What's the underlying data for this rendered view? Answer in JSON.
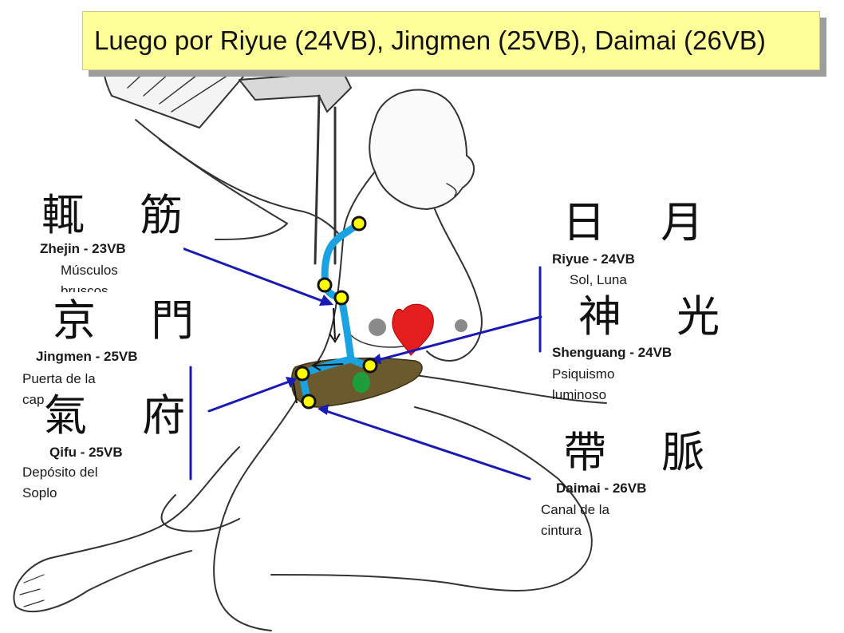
{
  "title": "Luego por Riyue (24VB), Jingmen (25VB), Daimai (26VB)",
  "points": [
    {
      "hanzi": "輒 筋",
      "name": "Zhejin - 23VB",
      "meaning": "Músculos bruscos"
    },
    {
      "hanzi": "京 門",
      "name": "Jingmen - 25VB",
      "meaning": "Puerta de la capital"
    },
    {
      "hanzi": "氣 府",
      "name": "Qifu - 25VB",
      "meaning_lines": [
        "Depósito del",
        "Soplo"
      ]
    },
    {
      "hanzi": "日 月",
      "name": "Riyue - 24VB",
      "meaning": "Sol, Luna"
    },
    {
      "hanzi": "神 光",
      "name": "Shenguang - 24VB",
      "meaning_lines": [
        "Psiquismo",
        "luminoso"
      ]
    },
    {
      "hanzi": "帶 脈",
      "name": "Daimai - 26VB",
      "meaning_lines": [
        "Canal de la",
        "cintura"
      ]
    }
  ],
  "colors": {
    "banner": "#ffff99",
    "pointer": "#1a1ab5",
    "channel": "#1aa3e0",
    "point_fill": "#ffff00",
    "liver": "#6b5a2e",
    "heart": "#e41e1e",
    "gallbladder": "#1e9e3a"
  }
}
